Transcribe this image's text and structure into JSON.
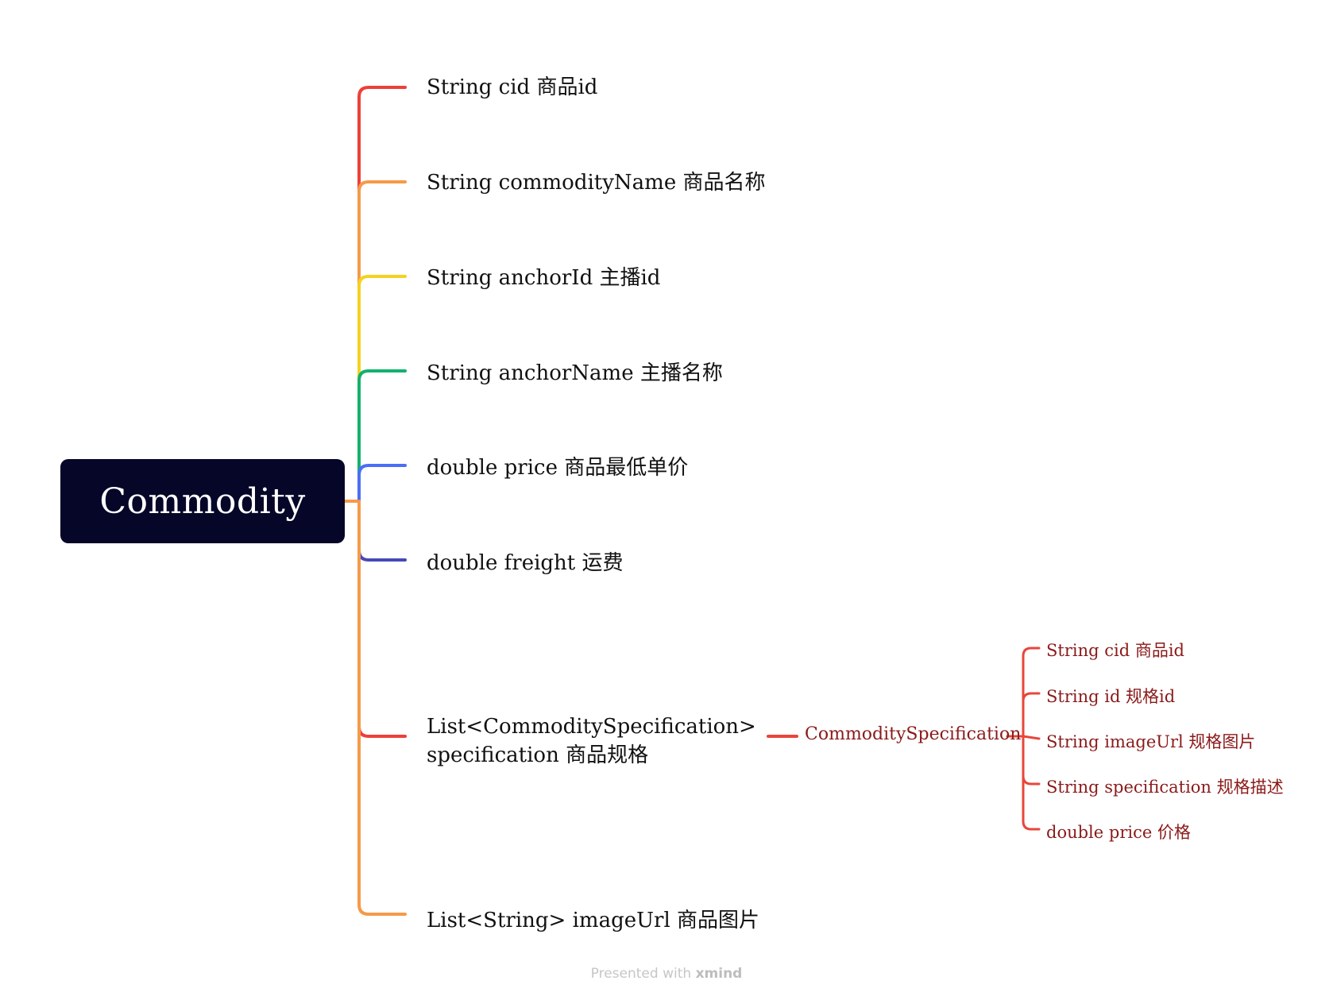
{
  "root": {
    "label": "Commodity",
    "background": "#050628",
    "text_color": "#ffffff"
  },
  "topics": [
    {
      "label": "String cid 商品id",
      "color": "#ee3f3a"
    },
    {
      "label": "String commodityName 商品名称",
      "color": "#f59a4a"
    },
    {
      "label": "String anchorId 主播id",
      "color": "#f5d21f"
    },
    {
      "label": "String anchorName 主播名称",
      "color": "#12b26c"
    },
    {
      "label": "double price 商品最低单价",
      "color": "#4a6ef5"
    },
    {
      "label": "double freight 运费",
      "color": "#4848b8"
    },
    {
      "label_line1": "List<CommoditySpecification>",
      "label_line2": "specification 商品规格",
      "color": "#ee3f3a"
    },
    {
      "label": "List<String> imageUrl 商品图片",
      "color": "#f59a4a"
    }
  ],
  "subtopic": {
    "label": "CommoditySpecification",
    "color": "#e8463b",
    "text_color": "#8b1a1a",
    "children": [
      {
        "label": "String cid 商品id"
      },
      {
        "label": "String id 规格id"
      },
      {
        "label": "String imageUrl 规格图片"
      },
      {
        "label": "String specification 规格描述"
      },
      {
        "label": "double price 价格"
      }
    ]
  },
  "footer": {
    "prefix": "Presented with",
    "brand": "xmind"
  }
}
